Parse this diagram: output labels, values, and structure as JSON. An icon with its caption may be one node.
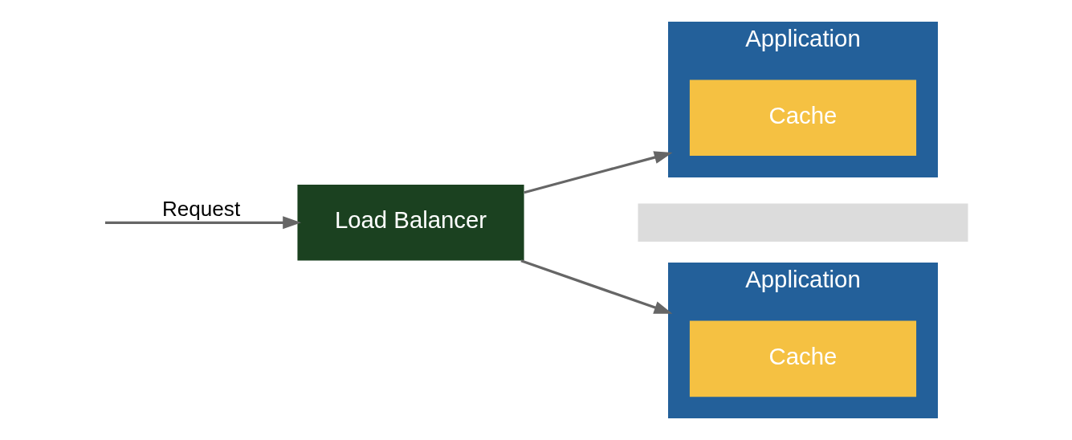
{
  "diagram": {
    "nodes": [
      {
        "text": [
          "Load Balancer"
        ]
      },
      {
        "text": [
          "Application"
        ]
      },
      {
        "text": [
          "Cache"
        ],
        "in": 1
      },
      {
        "text": [],
        "shape": "box"
      },
      {
        "text": [
          "Application"
        ]
      },
      {
        "text": [
          "Cache"
        ],
        "in": 4
      }
    ],
    "edges": [
      {
        "from": null,
        "to": 0,
        "arrow": "to",
        "label": "Request"
      },
      {
        "from": 0,
        "to": 1,
        "arrow": "to"
      },
      {
        "from": 0,
        "to": 4,
        "arrow": "to"
      }
    ]
  }
}
